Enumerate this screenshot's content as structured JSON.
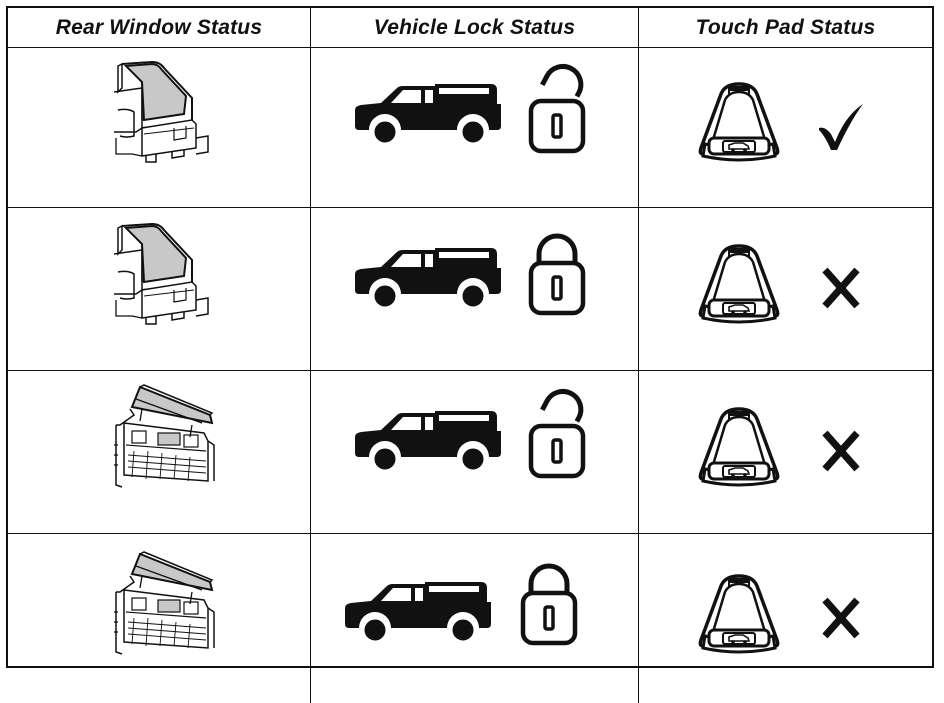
{
  "headers": {
    "rear_window": "Rear Window Status",
    "vehicle_lock": "Vehicle Lock Status",
    "touch_pad": "Touch Pad Status"
  },
  "rows": [
    {
      "rear_window_icon": "rear-window-closed-icon",
      "lock_icon": "padlock-unlocked-icon",
      "status_icon": "checkmark-icon"
    },
    {
      "rear_window_icon": "rear-window-closed-icon",
      "lock_icon": "padlock-locked-icon",
      "status_icon": "cross-icon"
    },
    {
      "rear_window_icon": "rear-window-open-icon",
      "lock_icon": "padlock-unlocked-icon",
      "status_icon": "cross-icon"
    },
    {
      "rear_window_icon": "rear-window-open-icon",
      "lock_icon": "padlock-locked-icon",
      "status_icon": "cross-icon"
    }
  ],
  "colors": {
    "ink": "#111111",
    "background": "#ffffff"
  }
}
